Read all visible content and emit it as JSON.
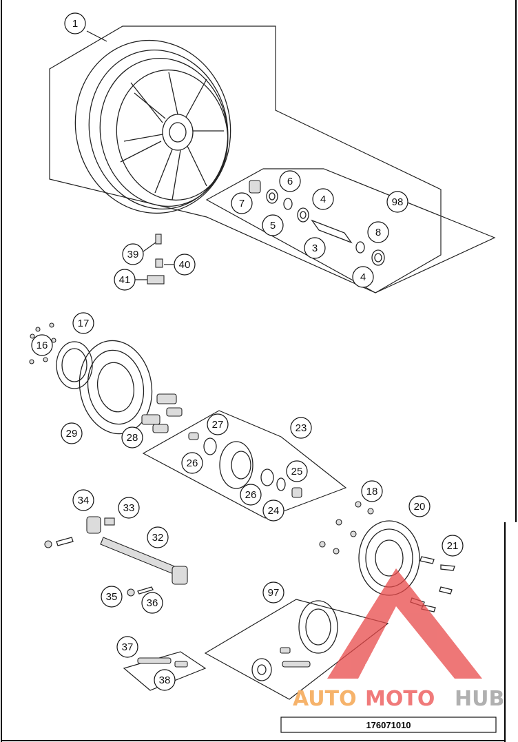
{
  "diagram": {
    "callouts": [
      "1",
      "3",
      "4",
      "4",
      "5",
      "6",
      "7",
      "8",
      "98",
      "39",
      "40",
      "41",
      "16",
      "17",
      "29",
      "28",
      "27",
      "23",
      "26",
      "25",
      "26",
      "24",
      "18",
      "20",
      "34",
      "33",
      "32",
      "21",
      "35",
      "36",
      "97",
      "37",
      "38"
    ],
    "document_number": "176071010",
    "watermark": {
      "text_a": "AUTO",
      "text_b": "MOTO",
      "text_c": "HUB",
      "color_a": "#f6b36b",
      "color_b": "#f07a7a",
      "color_c": "#b0b0b0",
      "logo_color": "#e84a4a"
    }
  }
}
